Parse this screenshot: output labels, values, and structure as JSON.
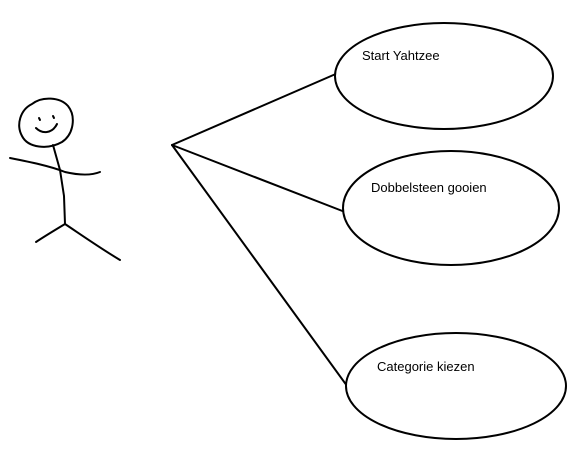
{
  "use_cases": [
    {
      "label": "Start Yahtzee"
    },
    {
      "label": "Dobbelsteen gooien"
    },
    {
      "label": "Categorie kiezen"
    }
  ],
  "colors": {
    "background": "#ffffff",
    "stroke": "#000000"
  }
}
